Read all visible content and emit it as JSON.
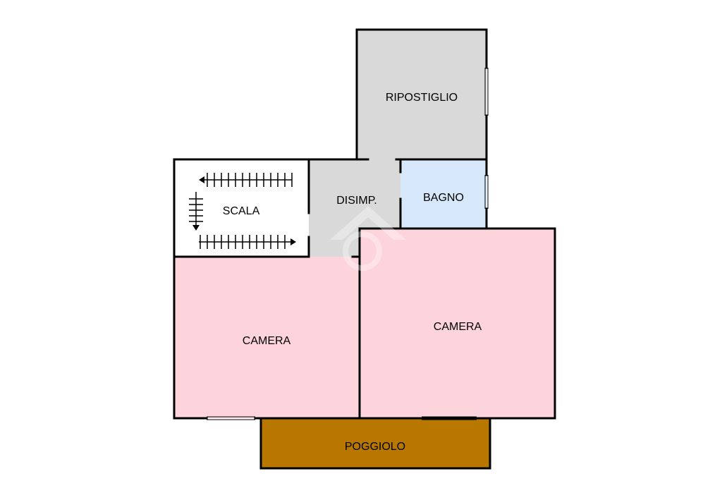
{
  "floorplan": {
    "rooms": {
      "ripostiglio": {
        "label": "RIPOSTIGLIO",
        "color": "#d9d9d9"
      },
      "scala": {
        "label": "SCALA",
        "color": "#ffffff"
      },
      "disimpegno": {
        "label": "DISIMP.",
        "color": "#d9d9d9"
      },
      "bagno": {
        "label": "BAGNO",
        "color": "#d7e8fb"
      },
      "camera_left": {
        "label": "CAMERA",
        "color": "#fdd3dc"
      },
      "camera_right": {
        "label": "CAMERA",
        "color": "#fdd3dc"
      },
      "poggiolo": {
        "label": "POGGIOLO",
        "color": "#b87800"
      }
    },
    "wall_color": "#000000"
  }
}
